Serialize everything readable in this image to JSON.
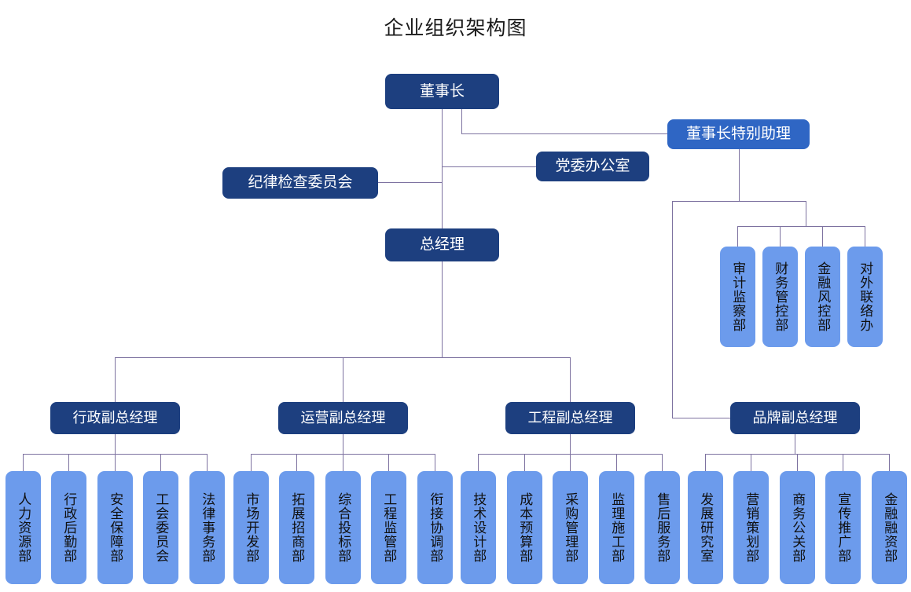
{
  "title": "企业组织架构图",
  "colors": {
    "top_box": "#1d3f7f",
    "assistant_box": "#2f66c4",
    "dept_box": "#6c9bec",
    "connector_line": "#7d72a0",
    "top_box_text": "#ffffff",
    "dept_box_text": "#101010",
    "background": "#ffffff"
  },
  "nodes": {
    "chairman": "董事长",
    "chairman_assistant": "董事长特别助理",
    "party_office": "党委办公室",
    "discipline_committee": "纪律检查委员会",
    "general_manager": "总经理"
  },
  "assistant_departments": [
    "审计监察部",
    "财务管控部",
    "金融风控部",
    "对外联络办"
  ],
  "vice_presidents": [
    {
      "title": "行政副总经理",
      "departments": [
        "人力资源部",
        "行政后勤部",
        "安全保障部",
        "工会委员会",
        "法律事务部"
      ]
    },
    {
      "title": "运营副总经理",
      "departments": [
        "市场开发部",
        "拓展招商部",
        "综合投标部",
        "工程监管部",
        "衔接协调部"
      ]
    },
    {
      "title": "工程副总经理",
      "departments": [
        "技术设计部",
        "成本预算部",
        "采购管理部",
        "监理施工部",
        "售后服务部"
      ]
    },
    {
      "title": "品牌副总经理",
      "departments": [
        "发展研究室",
        "营销策划部",
        "商务公关部",
        "宣传推广部",
        "金融融资部"
      ]
    }
  ]
}
